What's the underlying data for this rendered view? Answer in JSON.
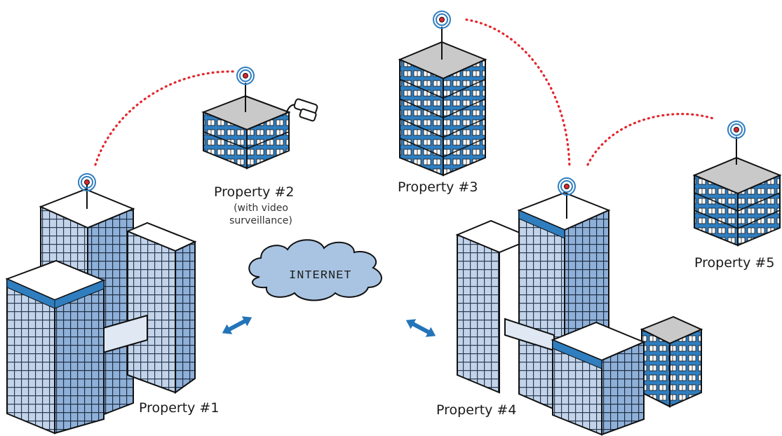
{
  "properties": {
    "p1": {
      "label": "Property #1"
    },
    "p2": {
      "label": "Property #2",
      "note_line1": "(with video",
      "note_line2": "surveillance)"
    },
    "p3": {
      "label": "Property #3"
    },
    "p4": {
      "label": "Property #4"
    },
    "p5": {
      "label": "Property #5"
    }
  },
  "internet": {
    "label": "INTERNET"
  },
  "colors": {
    "building_blue": "#2f7ec0",
    "building_light": "#b9cde6",
    "roof_gray": "#c9c9c9",
    "cloud_fill": "#a9c4e2",
    "wireless_link": "#e3262d",
    "arrow_blue": "#2474b8"
  },
  "icons": {
    "antenna": "antenna-icon",
    "camera": "camera-icon",
    "cloud": "cloud-icon",
    "double_arrow": "double-arrow-icon"
  }
}
